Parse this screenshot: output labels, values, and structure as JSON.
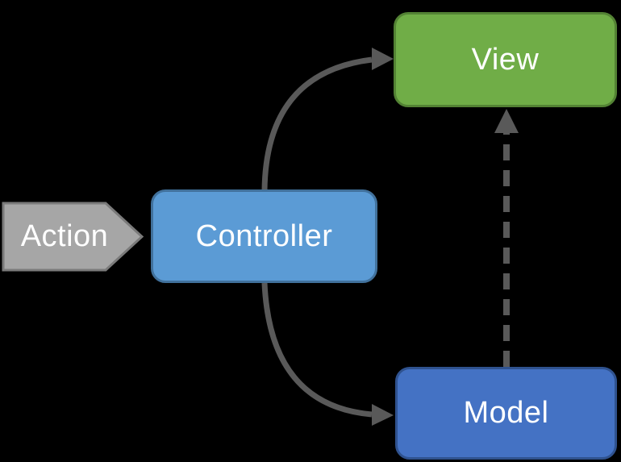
{
  "diagram": {
    "type": "flow-diagram",
    "description": "Model-View-Controller pattern diagram",
    "background_color": "#000000",
    "arrow_color": "#595959",
    "text_color": "#ffffff",
    "nodes": [
      {
        "id": "action",
        "label": "Action",
        "shape": "pentagon-arrow-right",
        "fill": "#a6a6a6",
        "border": "#7a7a7a"
      },
      {
        "id": "controller",
        "label": "Controller",
        "shape": "rounded-rectangle",
        "fill": "#5b9bd5",
        "border": "#41719c"
      },
      {
        "id": "view",
        "label": "View",
        "shape": "rounded-rectangle",
        "fill": "#70ad47",
        "border": "#538234"
      },
      {
        "id": "model",
        "label": "Model",
        "shape": "rounded-rectangle",
        "fill": "#4472c4",
        "border": "#2f528f"
      }
    ],
    "edges": [
      {
        "from": "controller",
        "to": "view",
        "style": "solid",
        "path": "curved",
        "color": "#595959"
      },
      {
        "from": "controller",
        "to": "model",
        "style": "solid",
        "path": "curved",
        "color": "#595959"
      },
      {
        "from": "model",
        "to": "view",
        "style": "dashed",
        "path": "straight",
        "color": "#595959"
      }
    ]
  }
}
